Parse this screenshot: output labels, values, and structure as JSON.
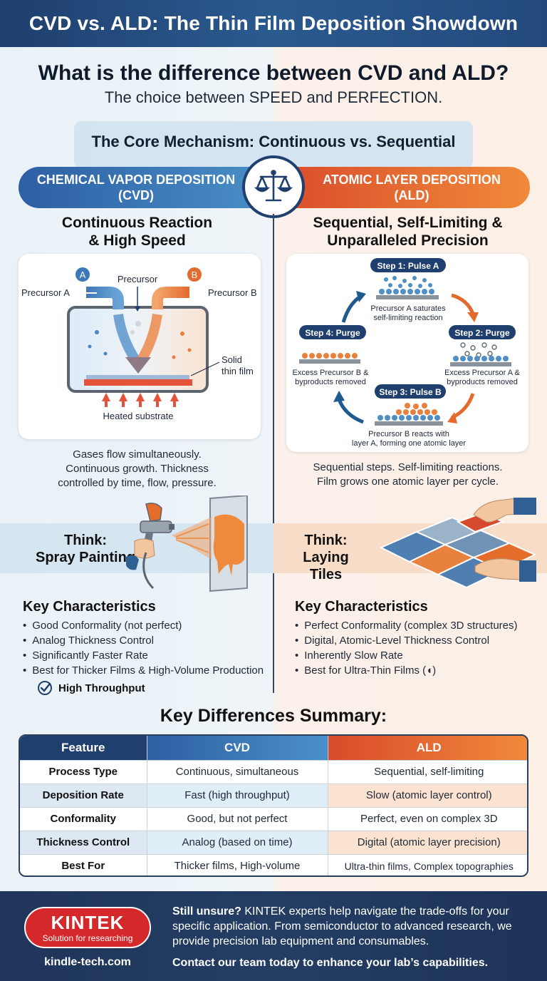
{
  "banner_title": "CVD vs. ALD: The Thin Film Deposition Showdown",
  "headline": "What is the difference between CVD and ALD?",
  "subheadline": "The choice between SPEED and PERFECTION.",
  "mechanism_title": "The Core Mechanism: Continuous vs. Sequential",
  "cvd": {
    "pill_line1": "CHEMICAL VAPOR DEPOSITION",
    "pill_line2": "(CVD)",
    "section_line1": "Continuous Reaction",
    "section_line2": "& High Speed",
    "diagram": {
      "precursor_a": "Precursor A",
      "precursor_b": "Precursor B",
      "precursor": "Precursor",
      "badge_a": "A",
      "badge_b": "B",
      "solid_line1": "Solid",
      "solid_line2": "thin film",
      "heated": "Heated substrate"
    },
    "desc_line1": "Gases flow simultaneously.",
    "desc_line2": "Continuous growth. Thickness",
    "desc_line3": "controlled by time, flow, pressure.",
    "think_line1": "Think:",
    "think_line2": "Spray Painting",
    "kc_title": "Key Characteristics",
    "kc": [
      "Good Conformality (not perfect)",
      "Analog Thickness Control",
      "Significantly Faster Rate",
      "Best for Thicker Films & High-Volume Production"
    ],
    "throughput": "High Throughput"
  },
  "ald": {
    "pill_line1": "ATOMIC LAYER DEPOSITION",
    "pill_line2": "(ALD)",
    "section_line1": "Sequential, Self-Limiting &",
    "section_line2": "Unparalleled Precision",
    "diagram": {
      "step1": "Step 1: Pulse A",
      "step1_line1": "Precursor A saturates",
      "step1_line2": "self-limiting reaction",
      "step2": "Step 2: Purge",
      "step2_line1": "Excess Precursor A &",
      "step2_line2": "byproducts removed",
      "step3": "Step 3: Pulse B",
      "step3_line1": "Precursor B reacts with",
      "step3_line2": "layer A, forming one atomic layer",
      "step4": "Step 4: Purge",
      "step4_line1": "Excess Precursor B &",
      "step4_line2": "byproducts removed"
    },
    "desc_line1": "Sequential steps. Self-limiting reactions.",
    "desc_line2": "Film grows one atomic layer per cycle.",
    "think_line1": "Think:",
    "think_line2": "Laying Tiles",
    "kc_title": "Key Characteristics",
    "kc": [
      "Perfect Conformality (complex 3D structures)",
      "Digital, Atomic-Level Thickness Control",
      "Inherently Slow Rate",
      "Best for Ultra-Thin Films (◖)"
    ]
  },
  "summary": {
    "title": "Key Differences Summary:",
    "headers": [
      "Feature",
      "CVD",
      "ALD"
    ],
    "rows": [
      [
        "Process Type",
        "Continuous, simultaneous",
        "Sequential, self-limiting"
      ],
      [
        "Deposition Rate",
        "Fast (high throughput)",
        "Slow (atomic layer control)"
      ],
      [
        "Conformality",
        "Good, but not perfect",
        "Perfect, even on complex 3D"
      ],
      [
        "Thickness Control",
        "Analog (based on time)",
        "Digital (atomic layer precision)"
      ],
      [
        "Best For",
        "Thicker films, High-volume",
        "Ultra-thin films, Complex topographies"
      ]
    ]
  },
  "footer": {
    "brand": "KINTEK",
    "tagline": "Solution for researching",
    "url": "kindle-tech.com",
    "lead_bold": "Still unsure?",
    "lead_text": " KINTEK experts help navigate the trade-offs for your specific application. From semiconductor to advanced research, we provide precision lab equipment and consumables.",
    "cta": "Contact our team today to enhance your lab’s capabilities."
  },
  "colors": {
    "navy": "#1f3f6e",
    "cvd_blue": "#2d5fa3",
    "ald_orange": "#e8672f",
    "footer_red": "#d4282a"
  }
}
